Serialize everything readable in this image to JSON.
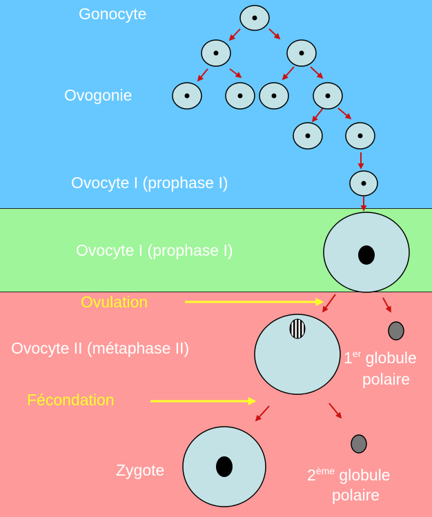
{
  "colors": {
    "stage_gonocyte_ovogonie": "#66c8ff",
    "stage_ovocyte_I": "#9ff59a",
    "stage_ovocyte_II": "#fe9a9a",
    "cell_fill": "#c3e2e5",
    "arrow_red": "#cc1111",
    "arrow_yellow": "#ffff2a",
    "polar_body": "#777777"
  },
  "labels": {
    "gonocyte": "Gonocyte",
    "ovogonie": "Ovogonie",
    "ovocyte1_blue": "Ovocyte I (prophase I)",
    "ovocyte1_green": "Ovocyte I (prophase I)",
    "ovulation": "Ovulation",
    "ovocyte2": "Ovocyte II (métaphase II)",
    "polar1_num": "1",
    "polar1_sup": "er",
    "polar1_word": " globule",
    "polar1_line2": "polaire",
    "fecondation": "Fécondation",
    "zygote": "Zygote",
    "polar2_num": "2",
    "polar2_sup": "ème",
    "polar2_word": " globule",
    "polar2_line2": "polaire"
  }
}
